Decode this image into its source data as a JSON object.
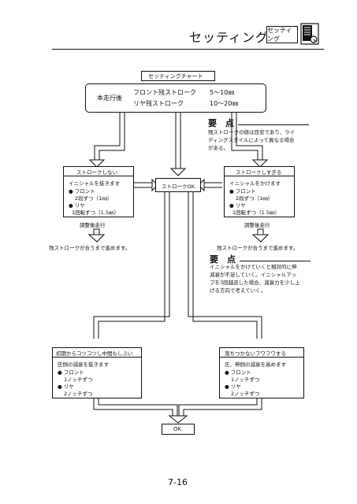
{
  "header": {
    "title": "セッティング",
    "tab_label": "セッティング",
    "icon": "notebook-wrench-icon"
  },
  "chart": {
    "title": "セッティングチャート",
    "start": {
      "label": "本走行後",
      "rows": [
        {
          "name": "フロント残ストローク",
          "value": "5〜10㎜"
        },
        {
          "name": "リヤ残ストローク",
          "value": "10〜20㎜"
        }
      ]
    },
    "note1": {
      "title": "要　点",
      "lines": [
        "残ストロークの値は目安であり、ライ",
        "ディングスタイルによって異なる場合",
        "がある。"
      ]
    },
    "left": {
      "header": "ストロークしない",
      "action": "イニシャルを抜きます",
      "items": [
        "● フロント",
        "2段ずつ（1㎜）",
        "● リヤ",
        "1回転ずつ（1.5㎜）"
      ],
      "below": "調整後走行",
      "result": "残ストロークが合うまで進めます。"
    },
    "center": {
      "label": "ストロークOK"
    },
    "right": {
      "header": "ストロークしすぎる",
      "action": "イニシャルをかけます",
      "items": [
        "● フロント",
        "2段ずつ（1㎜）",
        "● リヤ",
        "1回転ずつ（1.5㎜）"
      ],
      "below": "調整後走行",
      "result": "残ストロークが合うまで進めます。"
    },
    "note2": {
      "title": "要　点",
      "lines": [
        "イニシャルをかけていくと相対的に伸",
        "減衰が不足していく。イニシャルアッ",
        "プを3回越迭した場合、減衰力を少し上",
        "げる方向で考えていく。"
      ]
    },
    "bottom_left": {
      "header": "初期からコツコツし中間もしぶい",
      "action": "圧側の減衰を抜きます",
      "items": [
        "● フロント",
        "1ノッチずつ",
        "● リヤ",
        "2ノッチずつ"
      ]
    },
    "bottom_right": {
      "header": "落ちつかないフワフワする",
      "action": "圧、伸側の減衰を高めます",
      "items": [
        "● フロント",
        "1ノッチずつ",
        "● リヤ",
        "2ノッチずつ"
      ]
    },
    "final": {
      "label": "OK"
    }
  },
  "page_number": "7-16"
}
